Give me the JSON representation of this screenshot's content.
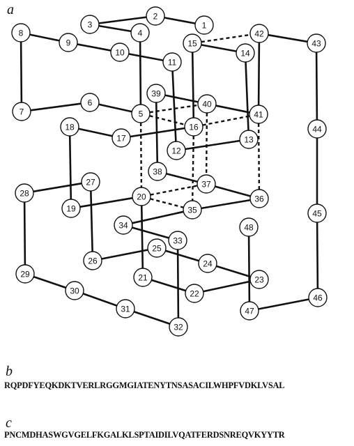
{
  "panels": {
    "a": "a",
    "b": "b",
    "c": "c"
  },
  "sequences": {
    "b": "RQPDFYEQKDKTVERLRGGMGIATENYTNSASACILWHPFVDKLVSAL",
    "c": "PNCMDHASWGVGELFKGALKLSPTAIDILVQATFERDSNREQVKYYTR"
  },
  "lattice": {
    "nodes": [
      "1",
      "2",
      "3",
      "4",
      "5",
      "6",
      "7",
      "8",
      "9",
      "10",
      "11",
      "12",
      "13",
      "14",
      "15",
      "16",
      "17",
      "18",
      "19",
      "20",
      "21",
      "22",
      "23",
      "24",
      "25",
      "26",
      "27",
      "28",
      "29",
      "30",
      "31",
      "32",
      "33",
      "34",
      "35",
      "36",
      "37",
      "38",
      "39",
      "40",
      "41",
      "42",
      "43",
      "44",
      "45",
      "46",
      "47",
      "48"
    ],
    "solid_bonds": [
      [
        "1",
        "2"
      ],
      [
        "2",
        "3"
      ],
      [
        "3",
        "4"
      ],
      [
        "4",
        "5"
      ],
      [
        "5",
        "6"
      ],
      [
        "6",
        "7"
      ],
      [
        "7",
        "8"
      ],
      [
        "8",
        "9"
      ],
      [
        "9",
        "10"
      ],
      [
        "10",
        "11"
      ],
      [
        "11",
        "12"
      ],
      [
        "12",
        "13"
      ],
      [
        "13",
        "14"
      ],
      [
        "14",
        "15"
      ],
      [
        "15",
        "16"
      ],
      [
        "16",
        "17"
      ],
      [
        "17",
        "18"
      ],
      [
        "18",
        "19"
      ],
      [
        "19",
        "20"
      ],
      [
        "20",
        "21"
      ],
      [
        "21",
        "22"
      ],
      [
        "22",
        "23"
      ],
      [
        "23",
        "24"
      ],
      [
        "24",
        "25"
      ],
      [
        "25",
        "26"
      ],
      [
        "26",
        "27"
      ],
      [
        "27",
        "28"
      ],
      [
        "28",
        "29"
      ],
      [
        "29",
        "30"
      ],
      [
        "30",
        "31"
      ],
      [
        "31",
        "32"
      ],
      [
        "32",
        "33"
      ],
      [
        "33",
        "34"
      ],
      [
        "34",
        "35"
      ],
      [
        "35",
        "36"
      ],
      [
        "36",
        "37"
      ],
      [
        "37",
        "38"
      ],
      [
        "38",
        "39"
      ],
      [
        "39",
        "40"
      ],
      [
        "40",
        "41"
      ],
      [
        "41",
        "42"
      ],
      [
        "42",
        "43"
      ],
      [
        "43",
        "44"
      ],
      [
        "44",
        "45"
      ],
      [
        "45",
        "46"
      ],
      [
        "46",
        "47"
      ],
      [
        "47",
        "48"
      ]
    ],
    "dashed_contacts": [
      [
        "15",
        "42"
      ],
      [
        "5",
        "40"
      ],
      [
        "5",
        "16"
      ],
      [
        "5",
        "20"
      ],
      [
        "16",
        "41"
      ],
      [
        "40",
        "37"
      ],
      [
        "41",
        "36"
      ],
      [
        "20",
        "37"
      ],
      [
        "20",
        "35"
      ],
      [
        "16",
        "35"
      ]
    ]
  }
}
